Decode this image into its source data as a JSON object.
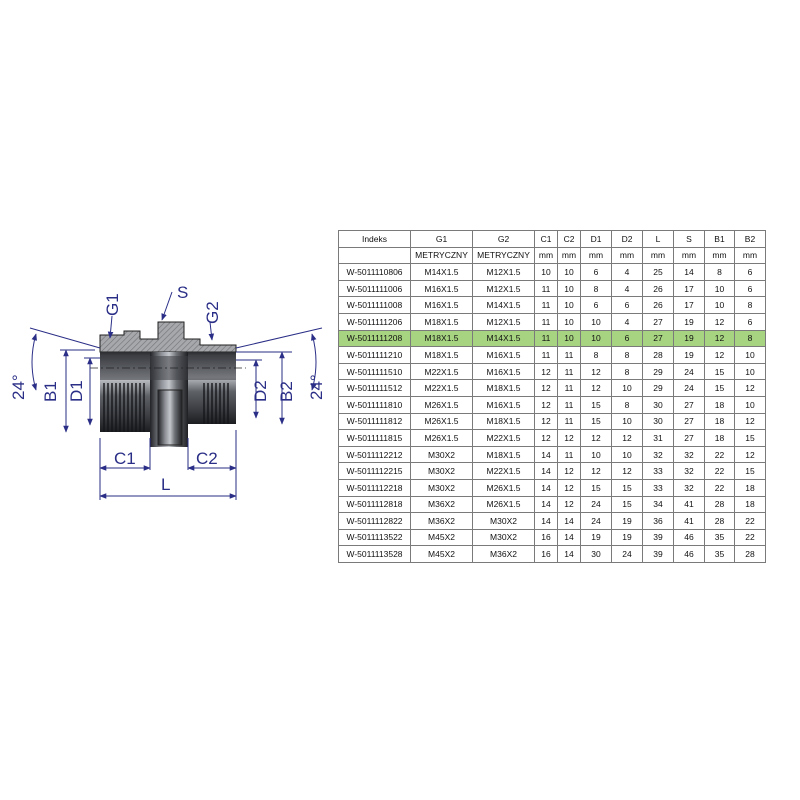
{
  "drawing": {
    "labels": {
      "g1": "G1",
      "g2": "G2",
      "s": "S",
      "b1": "B1",
      "d1": "D1",
      "d2": "D2",
      "b2": "B2",
      "c1": "C1",
      "c2": "C2",
      "l": "L",
      "angle_left": "24°",
      "angle_right": "24°"
    }
  },
  "table": {
    "headers": [
      "Indeks",
      "G1",
      "G2",
      "C1",
      "C2",
      "D1",
      "D2",
      "L",
      "S",
      "B1",
      "B2"
    ],
    "units": [
      "",
      "METRYCZNY",
      "METRYCZNY",
      "mm",
      "mm",
      "mm",
      "mm",
      "mm",
      "mm",
      "mm",
      "mm"
    ],
    "highlight_row": 4,
    "highlight_color": "#a7d480",
    "rows": [
      [
        "W-5011110806",
        "M14X1.5",
        "M12X1.5",
        "10",
        "10",
        "6",
        "4",
        "25",
        "14",
        "8",
        "6"
      ],
      [
        "W-5011111006",
        "M16X1.5",
        "M12X1.5",
        "11",
        "10",
        "8",
        "4",
        "26",
        "17",
        "10",
        "6"
      ],
      [
        "W-5011111008",
        "M16X1.5",
        "M14X1.5",
        "11",
        "10",
        "6",
        "6",
        "26",
        "17",
        "10",
        "8"
      ],
      [
        "W-5011111206",
        "M18X1.5",
        "M12X1.5",
        "11",
        "10",
        "10",
        "4",
        "27",
        "19",
        "12",
        "6"
      ],
      [
        "W-5011111208",
        "M18X1.5",
        "M14X1.5",
        "11",
        "10",
        "10",
        "6",
        "27",
        "19",
        "12",
        "8"
      ],
      [
        "W-5011111210",
        "M18X1.5",
        "M16X1.5",
        "11",
        "11",
        "8",
        "8",
        "28",
        "19",
        "12",
        "10"
      ],
      [
        "W-5011111510",
        "M22X1.5",
        "M16X1.5",
        "12",
        "11",
        "12",
        "8",
        "29",
        "24",
        "15",
        "10"
      ],
      [
        "W-5011111512",
        "M22X1.5",
        "M18X1.5",
        "12",
        "11",
        "12",
        "10",
        "29",
        "24",
        "15",
        "12"
      ],
      [
        "W-5011111810",
        "M26X1.5",
        "M16X1.5",
        "12",
        "11",
        "15",
        "8",
        "30",
        "27",
        "18",
        "10"
      ],
      [
        "W-5011111812",
        "M26X1.5",
        "M18X1.5",
        "12",
        "11",
        "15",
        "10",
        "30",
        "27",
        "18",
        "12"
      ],
      [
        "W-5011111815",
        "M26X1.5",
        "M22X1.5",
        "12",
        "12",
        "12",
        "12",
        "31",
        "27",
        "18",
        "15"
      ],
      [
        "W-5011112212",
        "M30X2",
        "M18X1.5",
        "14",
        "11",
        "10",
        "10",
        "32",
        "32",
        "22",
        "12"
      ],
      [
        "W-5011112215",
        "M30X2",
        "M22X1.5",
        "14",
        "12",
        "12",
        "12",
        "33",
        "32",
        "22",
        "15"
      ],
      [
        "W-5011112218",
        "M30X2",
        "M26X1.5",
        "14",
        "12",
        "15",
        "15",
        "33",
        "32",
        "22",
        "18"
      ],
      [
        "W-5011112818",
        "M36X2",
        "M26X1.5",
        "14",
        "12",
        "24",
        "15",
        "34",
        "41",
        "28",
        "18"
      ],
      [
        "W-5011112822",
        "M36X2",
        "M30X2",
        "14",
        "14",
        "24",
        "19",
        "36",
        "41",
        "28",
        "22"
      ],
      [
        "W-5011113522",
        "M45X2",
        "M30X2",
        "16",
        "14",
        "19",
        "19",
        "39",
        "46",
        "35",
        "22"
      ],
      [
        "W-5011113528",
        "M45X2",
        "M36X2",
        "16",
        "14",
        "30",
        "24",
        "39",
        "46",
        "35",
        "28"
      ]
    ]
  }
}
